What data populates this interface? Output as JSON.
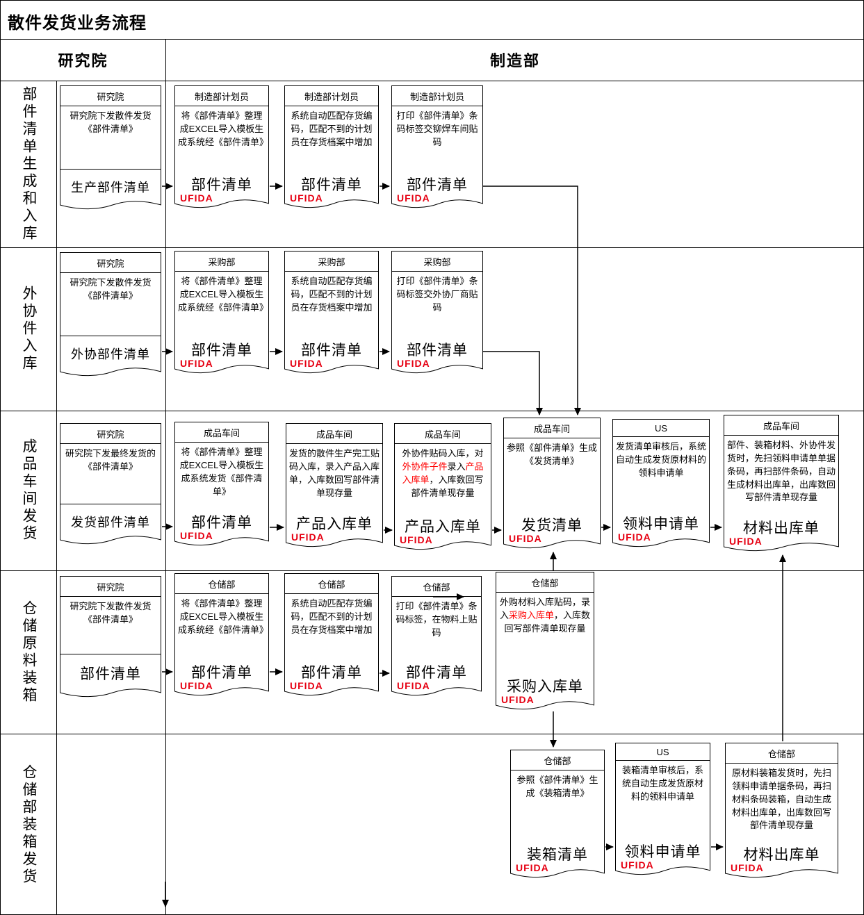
{
  "title": "散件发货业务流程",
  "columns": {
    "left": "研究院",
    "right": "制造部"
  },
  "lanes": [
    "部件清单生成和入库",
    "外协件入库",
    "成品车间发货",
    "仓储原料装箱",
    "仓储部装箱发货"
  ],
  "brand": {
    "logo": "UFIDA",
    "color": "#e60012",
    "highlight_color": "#ff0000"
  },
  "rows": [
    {
      "nodes": [
        {
          "header": "研究院",
          "body": [
            {
              "t": "研究院下发散件发货《部件清单》"
            }
          ],
          "label": "生产部件清单"
        },
        {
          "header": "制造部计划员",
          "body": [
            {
              "t": "将《部件清单》整理成EXCEL导入模板生成系统经《部件清单》"
            }
          ],
          "label": "部件清单"
        },
        {
          "header": "制造部计划员",
          "body": [
            {
              "t": "系统自动匹配存货编码，匹配不到的计划员在存货档案中增加"
            }
          ],
          "label": "部件清单"
        },
        {
          "header": "制造部计划员",
          "body": [
            {
              "t": "打印《部件清单》条码标签交铆焊车间贴码"
            }
          ],
          "label": "部件清单"
        }
      ]
    },
    {
      "nodes": [
        {
          "header": "研究院",
          "body": [
            {
              "t": "研究院下发散件发货《部件清单》"
            }
          ],
          "label": "外协部件清单"
        },
        {
          "header": "采购部",
          "body": [
            {
              "t": "将《部件清单》整理成EXCEL导入模板生成系统经《部件清单》"
            }
          ],
          "label": "部件清单"
        },
        {
          "header": "采购部",
          "body": [
            {
              "t": "系统自动匹配存货编码，匹配不到的计划员在存货档案中增加"
            }
          ],
          "label": "部件清单"
        },
        {
          "header": "采购部",
          "body": [
            {
              "t": "打印《部件清单》条码标签交外协厂商贴码"
            }
          ],
          "label": "部件清单"
        }
      ]
    },
    {
      "nodes": [
        {
          "header": "研究院",
          "body": [
            {
              "t": "研究院下发最终发货的《部件清单》"
            }
          ],
          "label": "发货部件清单"
        },
        {
          "header": "成品车间",
          "body": [
            {
              "t": "将《部件清单》整理成EXCEL导入模板生成系统发货《部件清单》"
            }
          ],
          "label": "部件清单"
        },
        {
          "header": "成品车间",
          "body": [
            {
              "t": "发货的散件生产完工贴码入库，录入产品入库单，入库数回写部件清单现存量"
            }
          ],
          "label": "产品入库单"
        },
        {
          "header": "成品车间",
          "body": [
            {
              "t": "外协件贴码入库，对"
            },
            {
              "t": "外协件子件",
              "c": "#ff0000"
            },
            {
              "t": "录入"
            },
            {
              "t": "产品入库单",
              "c": "#ff0000"
            },
            {
              "t": "，入库数回写部件清单现存量"
            }
          ],
          "label": "产品入库单"
        },
        {
          "header": "成品车间",
          "body": [
            {
              "t": "参照《部件清单》生成《发货清单》"
            }
          ],
          "label": "发货清单"
        },
        {
          "header": "US",
          "body": [
            {
              "t": "发货清单审核后，系统自动生成发货原材料的领料申请单"
            }
          ],
          "label": "领料申请单"
        },
        {
          "header": "成品车间",
          "body": [
            {
              "t": "部件、装箱材料、外协件发货时，先扫领料申请单单据条码，再扫部件条码，自动生成材料出库单，出库数回写部件清单现存量"
            }
          ],
          "label": "材料出库单"
        }
      ]
    },
    {
      "nodes": [
        {
          "header": "研究院",
          "body": [
            {
              "t": "研究院下发散件发货《部件清单》"
            }
          ],
          "label": "部件清单"
        },
        {
          "header": "仓储部",
          "body": [
            {
              "t": "将《部件清单》整理成EXCEL导入模板生成系统经《部件清单》"
            }
          ],
          "label": "部件清单"
        },
        {
          "header": "仓储部",
          "body": [
            {
              "t": "系统自动匹配存货编码，匹配不到的计划员在存货档案中增加"
            }
          ],
          "label": "部件清单"
        },
        {
          "header": "仓储部",
          "body": [
            {
              "t": "打印《部件清单》条码标签，在物料上贴码"
            }
          ],
          "label": "部件清单"
        },
        {
          "header": "仓储部",
          "body": [
            {
              "t": "外购材料入库贴码，录入"
            },
            {
              "t": "采购入库单",
              "c": "#ff0000"
            },
            {
              "t": "，入库数回写部件清单现存量"
            }
          ],
          "label": "采购入库单"
        }
      ]
    },
    {
      "nodes": [
        {
          "header": "仓储部",
          "body": [
            {
              "t": "参照《部件清单》生成《装箱清单》"
            }
          ],
          "label": "装箱清单"
        },
        {
          "header": "US",
          "body": [
            {
              "t": "装箱清单审核后，系统自动生成发货原材料的领料申请单"
            }
          ],
          "label": "领料申请单"
        },
        {
          "header": "仓储部",
          "body": [
            {
              "t": "原材料装箱发货时，先扫领料申请单据条码，再扫材料条码装箱，自动生成材料出库单，出库数回写部件清单现存量"
            }
          ],
          "label": "材料出库单"
        }
      ]
    }
  ]
}
